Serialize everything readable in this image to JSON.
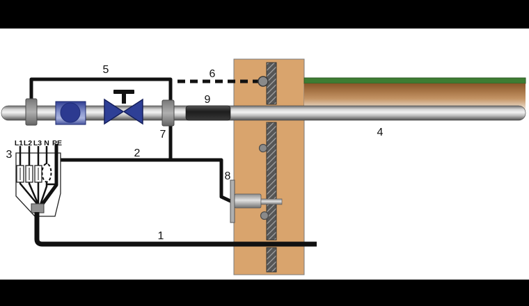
{
  "callouts": {
    "c1": "1",
    "c2": "2",
    "c3": "3",
    "c4": "4",
    "c5": "5",
    "c6": "6",
    "c7": "7",
    "c8": "8",
    "c9": "9"
  },
  "terminals": {
    "l1": "L1",
    "l2": "L2",
    "l3": "L3",
    "n": "N",
    "pe": "PE"
  },
  "colors": {
    "letterbox": "#000000",
    "background": "#ffffff",
    "wall_tan": "#d9a46d",
    "grass_green": "#3e7c33",
    "soil_brown": "#8a5628",
    "valve_blue": "#2e3f96",
    "meter_blue": "#2c3a90",
    "pipe_gray": "#c9c9c9",
    "wire_black": "#111111",
    "coating_black": "#262626",
    "coupling_gray": "#9a9a9a",
    "anchor_gray": "#8a8a8a"
  }
}
